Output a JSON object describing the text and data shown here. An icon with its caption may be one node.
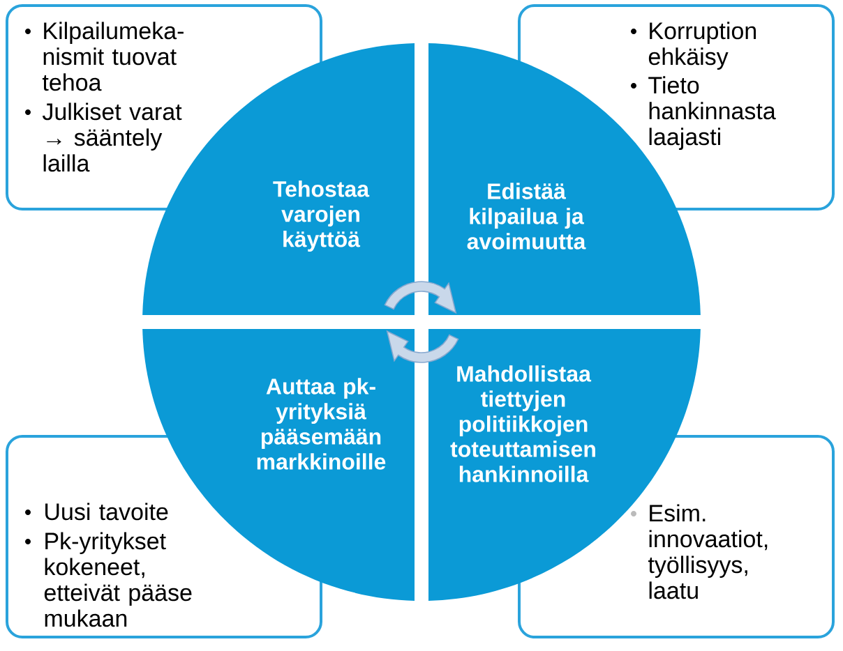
{
  "diagram": {
    "nodes": [
      {
        "text": [
          "Kilpailumeka-nismit tuovat tehoa",
          "Julkiset varat → sääntely lailla"
        ]
      },
      {
        "text": [
          "Korruption ehkäisy",
          "Tieto hankinnasta laajasti"
        ]
      },
      {
        "text": [
          "Tehostaa varojen käyttöä"
        ]
      },
      {
        "text": [
          "Edistää kilpailua ja avoimuutta"
        ]
      },
      {
        "text": [
          "Auttaa pk-yrityksiä pääsemään markkinoille"
        ]
      },
      {
        "text": [
          "Mahdollistaa tiettyjen politiikkojen toteuttamisen hankinnoilla"
        ]
      },
      {
        "text": [
          "Uusi tavoite",
          "Pk-yritykset kokeneet, etteivät pääse mukaan"
        ]
      },
      {
        "text": [
          "Esim. innovaatiot, työllisyys, laatu"
        ]
      }
    ]
  }
}
